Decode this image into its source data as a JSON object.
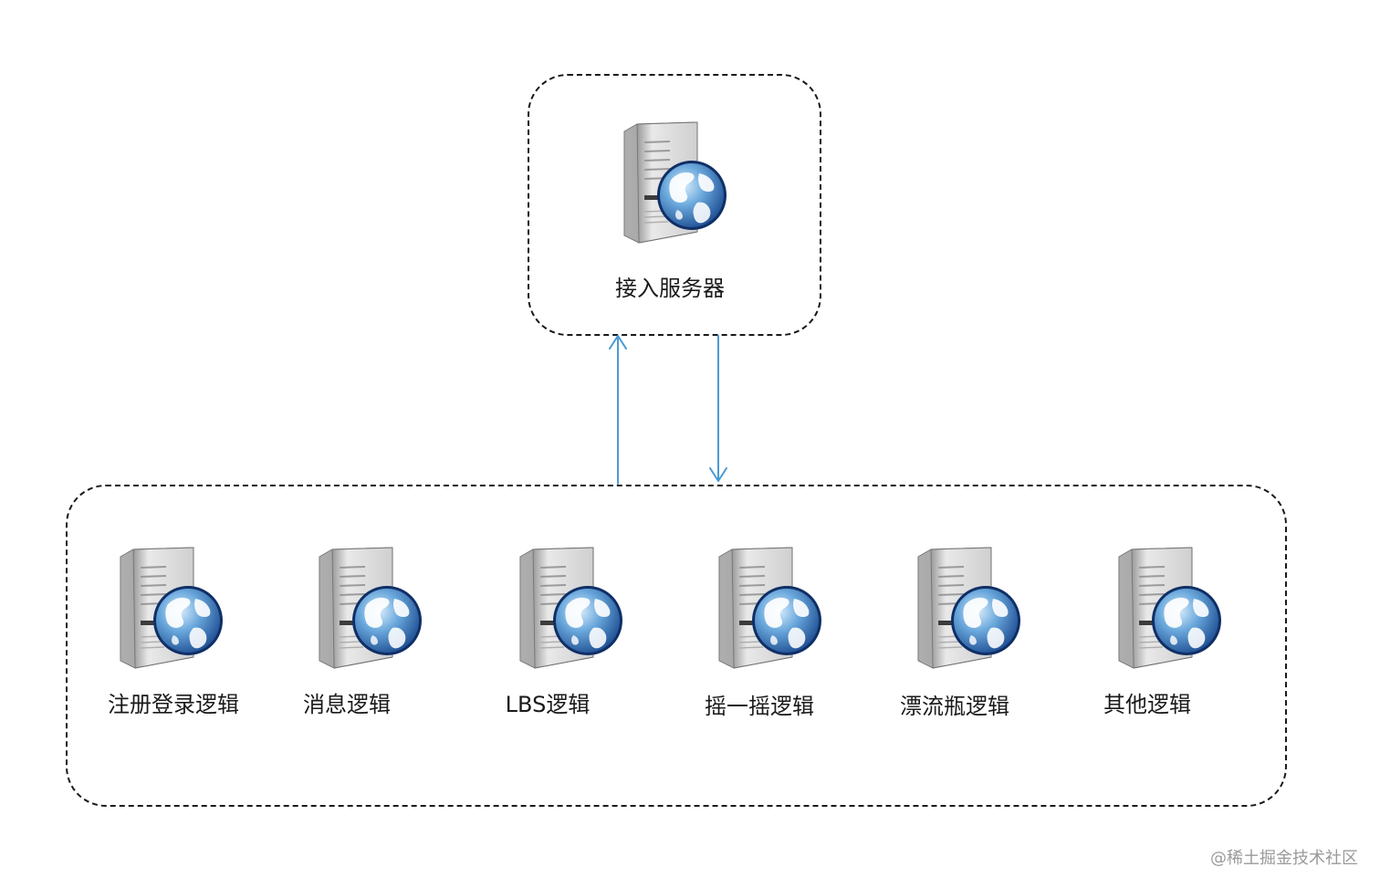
{
  "access_group": {
    "server": {
      "label": "接入服务器",
      "icon": "web-server-icon"
    }
  },
  "logic_group": {
    "servers": [
      {
        "label": "注册登录逻辑",
        "icon": "web-server-icon"
      },
      {
        "label": "消息逻辑",
        "icon": "web-server-icon"
      },
      {
        "label": "LBS逻辑",
        "icon": "web-server-icon"
      },
      {
        "label": "摇一摇逻辑",
        "icon": "web-server-icon"
      },
      {
        "label": "漂流瓶逻辑",
        "icon": "web-server-icon"
      },
      {
        "label": "其他逻辑",
        "icon": "web-server-icon"
      }
    ]
  },
  "connections": [
    {
      "from": "logic_group",
      "to": "access_group",
      "direction": "up"
    },
    {
      "from": "access_group",
      "to": "logic_group",
      "direction": "down"
    }
  ],
  "colors": {
    "box_border": "#1a1a1a",
    "arrow": "#4a9ad4",
    "globe_blue": "#2f6fb8",
    "server_gray": "#c8c8c8"
  },
  "watermark": "@稀土掘金技术社区"
}
